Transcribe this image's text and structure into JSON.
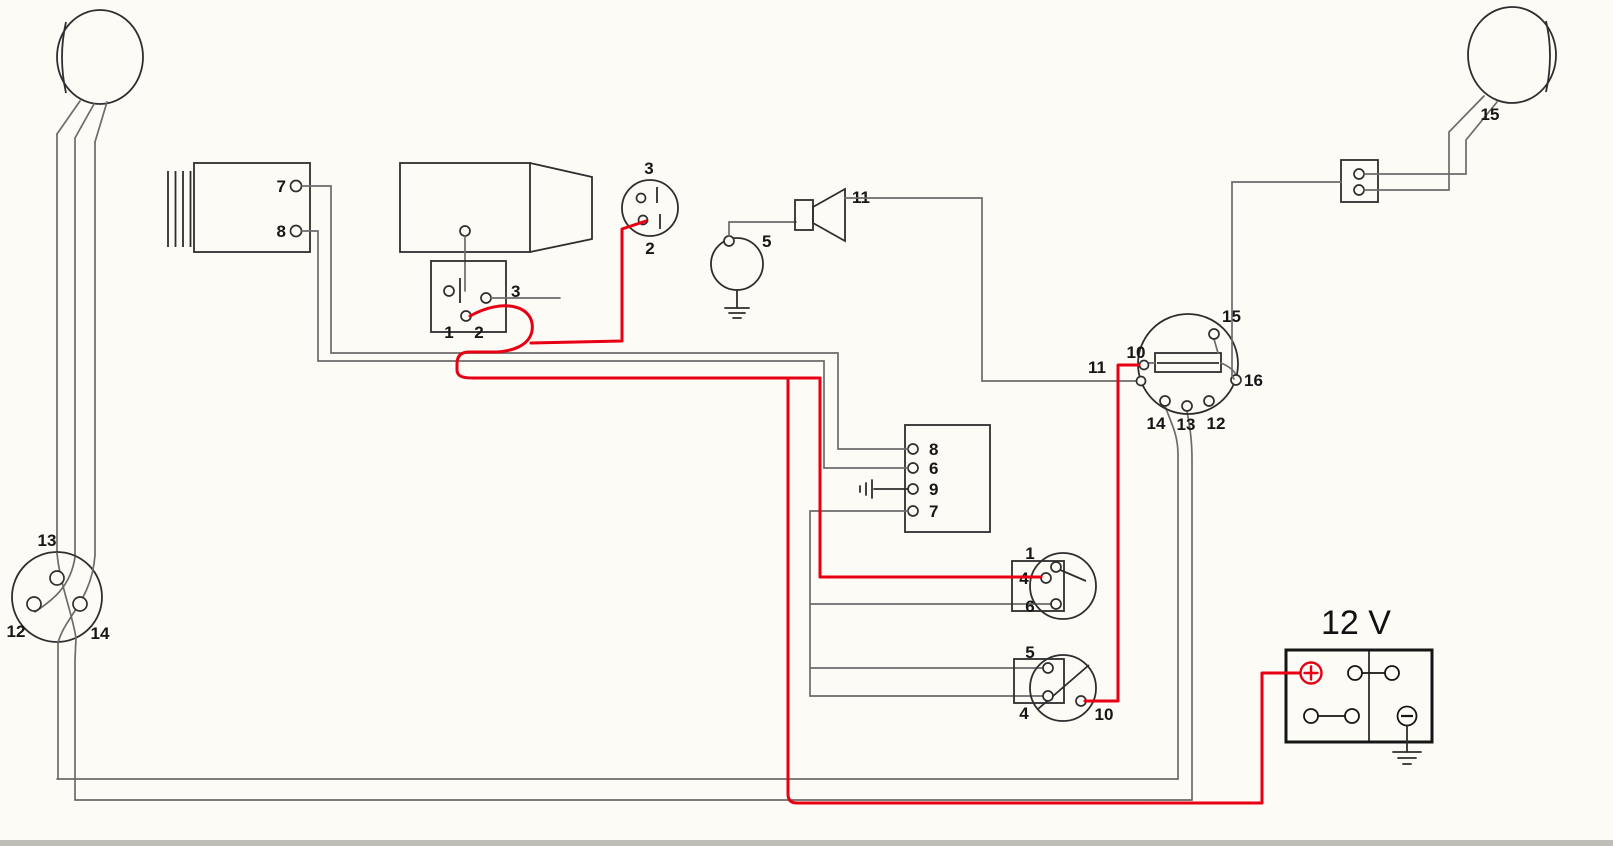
{
  "colors": {
    "paper": "#fcfbf6",
    "wire_gray": "#6b6b6b",
    "component_ink": "#2e2e2e",
    "highlight_red": "#e70013",
    "label_ink": "#161616"
  },
  "battery": {
    "voltage_label": "12 V"
  },
  "labels": {
    "left_tail_13": "13",
    "left_tail_12": "12",
    "left_tail_14": "14",
    "regulator_7": "7",
    "regulator_8": "8",
    "gen_conn_3": "3",
    "gen_conn_1": "1",
    "gen_conn_2": "2",
    "plug_3": "3",
    "plug_2": "2",
    "horn_button_5": "5",
    "horn_11": "11",
    "fuse_box_8": "8",
    "fuse_box_6": "6",
    "fuse_box_9": "9",
    "fuse_box_7": "7",
    "ignition_15": "15",
    "ignition_10": "10",
    "ignition_11": "11",
    "ignition_16": "16",
    "ignition_14": "14",
    "ignition_13": "13",
    "ignition_12": "12",
    "light_switch_1": "1",
    "light_switch_4": "4",
    "light_switch_6": "6",
    "starter_switch_5": "5",
    "starter_switch_4": "4",
    "starter_switch_10": "10",
    "right_headlamp_15": "15"
  }
}
